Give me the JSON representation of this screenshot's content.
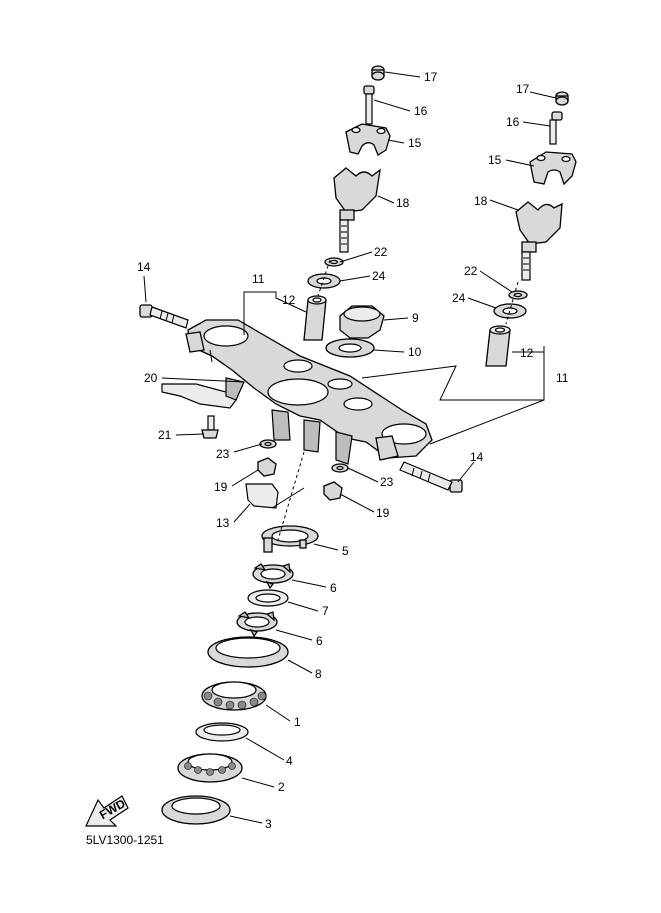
{
  "diagram": {
    "code": "5LV1300-1251",
    "fwd_label": "FWD",
    "callouts": [
      {
        "id": "c17a",
        "text": "17"
      },
      {
        "id": "c16a",
        "text": "16"
      },
      {
        "id": "c15a",
        "text": "15"
      },
      {
        "id": "c18a",
        "text": "18"
      },
      {
        "id": "c22a",
        "text": "22"
      },
      {
        "id": "c24a",
        "text": "24"
      },
      {
        "id": "c11a",
        "text": "11"
      },
      {
        "id": "c12a",
        "text": "12"
      },
      {
        "id": "c14a",
        "text": "14"
      },
      {
        "id": "c9",
        "text": "9"
      },
      {
        "id": "c10",
        "text": "10"
      },
      {
        "id": "c20",
        "text": "20"
      },
      {
        "id": "c21",
        "text": "21"
      },
      {
        "id": "c23a",
        "text": "23"
      },
      {
        "id": "c19a",
        "text": "19"
      },
      {
        "id": "c13",
        "text": "13"
      },
      {
        "id": "c17b",
        "text": "17"
      },
      {
        "id": "c16b",
        "text": "16"
      },
      {
        "id": "c15b",
        "text": "15"
      },
      {
        "id": "c18b",
        "text": "18"
      },
      {
        "id": "c22b",
        "text": "22"
      },
      {
        "id": "c24b",
        "text": "24"
      },
      {
        "id": "c12b",
        "text": "12"
      },
      {
        "id": "c11b",
        "text": "11"
      },
      {
        "id": "c14b",
        "text": "14"
      },
      {
        "id": "c23b",
        "text": "23"
      },
      {
        "id": "c19b",
        "text": "19"
      },
      {
        "id": "c5",
        "text": "5"
      },
      {
        "id": "c6a",
        "text": "6"
      },
      {
        "id": "c7",
        "text": "7"
      },
      {
        "id": "c6b",
        "text": "6"
      },
      {
        "id": "c8",
        "text": "8"
      },
      {
        "id": "c1",
        "text": "1"
      },
      {
        "id": "c4",
        "text": "4"
      },
      {
        "id": "c2",
        "text": "2"
      },
      {
        "id": "c3",
        "text": "3"
      }
    ]
  }
}
